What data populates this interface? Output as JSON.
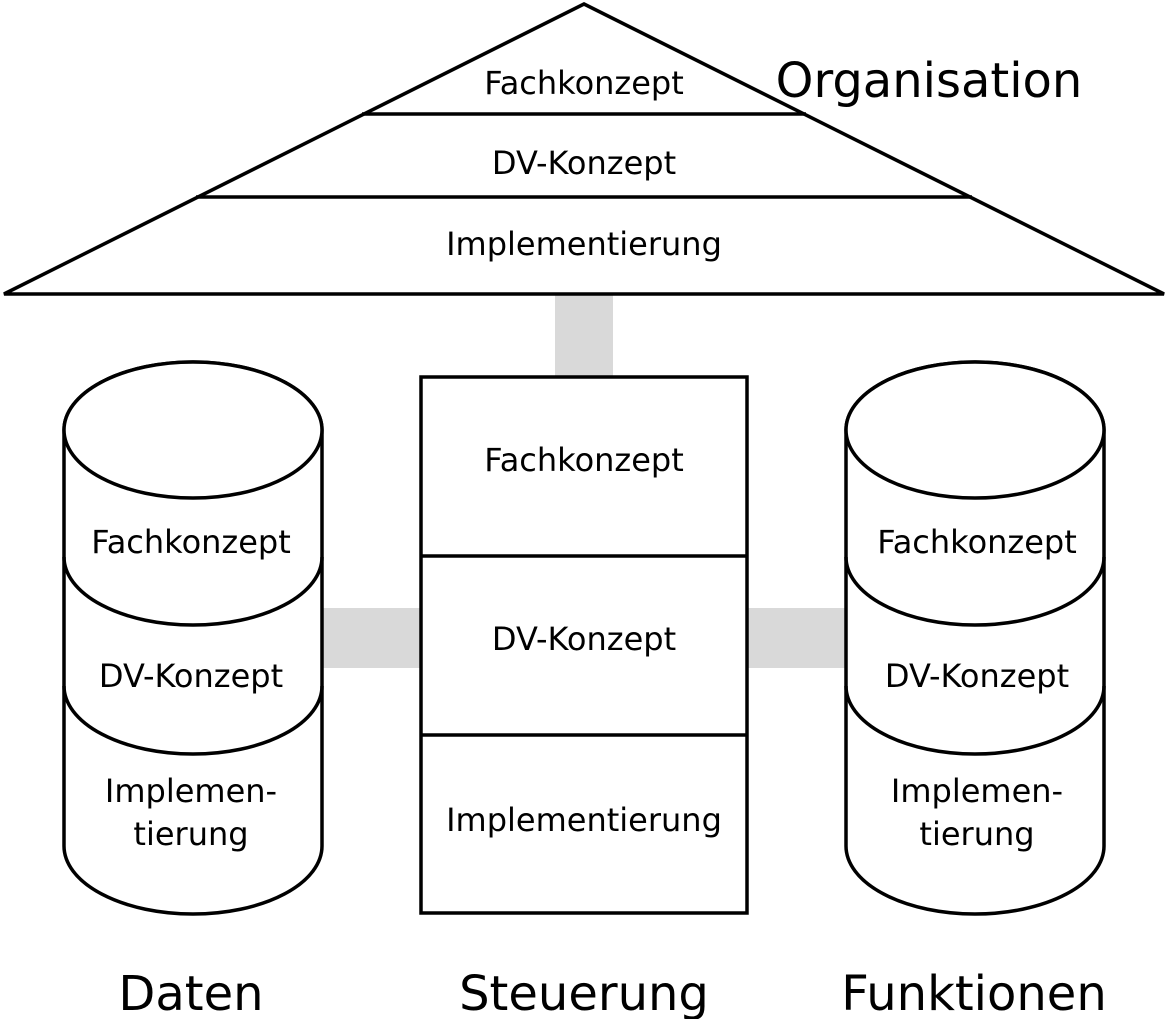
{
  "organisation": {
    "title": "Organisation",
    "layers": [
      "Fachkonzept",
      "DV-Konzept",
      "Implementierung"
    ]
  },
  "daten": {
    "title": "Daten",
    "layers": [
      "Fachkonzept",
      "DV-Konzept"
    ],
    "implementation_lines": [
      "Implemen-",
      "tierung"
    ]
  },
  "steuerung": {
    "title": "Steuerung",
    "layers": [
      "Fachkonzept",
      "DV-Konzept",
      "Implementierung"
    ]
  },
  "funktionen": {
    "title": "Funktionen",
    "layers": [
      "Fachkonzept",
      "DV-Konzept"
    ],
    "implementation_lines": [
      "Implemen-",
      "tierung"
    ]
  },
  "colors": {
    "line": "#000000",
    "connector": "#d9d9d9",
    "background": "#ffffff"
  }
}
